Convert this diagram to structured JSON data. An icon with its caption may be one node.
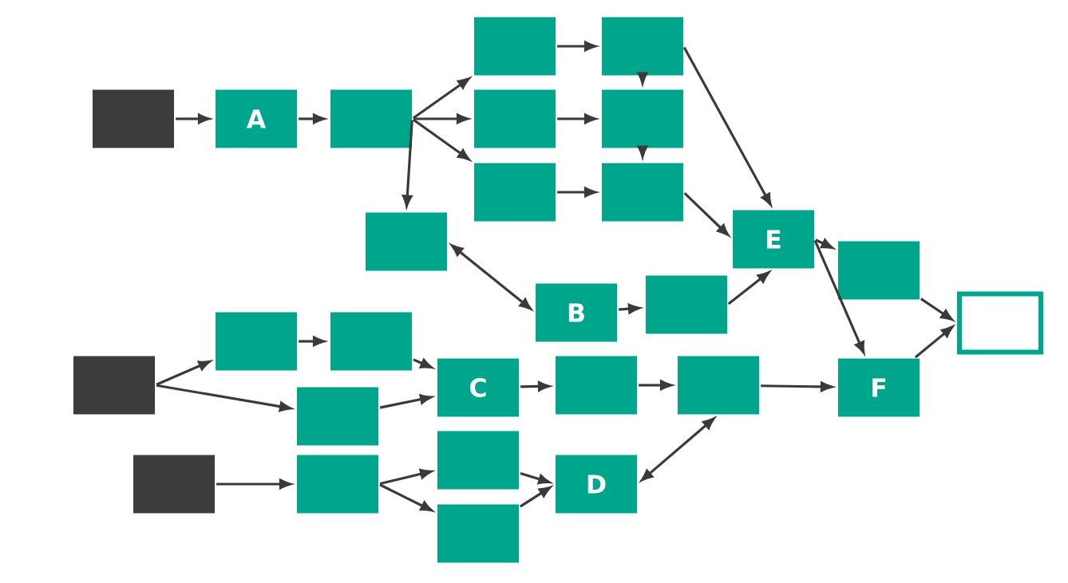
{
  "diagram": {
    "nodes": [
      {
        "text": [],
        "shape": "box"
      },
      {
        "text": [
          "A"
        ]
      },
      {
        "text": [],
        "shape": "box"
      },
      {
        "text": [],
        "shape": "box"
      },
      {
        "text": [],
        "shape": "box"
      },
      {
        "text": [],
        "shape": "box"
      },
      {
        "text": [],
        "shape": "box"
      },
      {
        "text": [],
        "shape": "box"
      },
      {
        "text": [],
        "shape": "box"
      },
      {
        "text": [],
        "shape": "box"
      },
      {
        "text": [
          "E"
        ]
      },
      {
        "text": [],
        "shape": "box"
      },
      {
        "text": [
          "B"
        ]
      },
      {
        "text": [],
        "shape": "box"
      },
      {
        "text": [],
        "shape": "box"
      },
      {
        "text": [],
        "shape": "box"
      },
      {
        "text": [],
        "shape": "box"
      },
      {
        "text": [],
        "shape": "box"
      },
      {
        "text": [],
        "shape": "box"
      },
      {
        "text": [
          "C"
        ]
      },
      {
        "text": [],
        "shape": "box"
      },
      {
        "text": [],
        "shape": "box"
      },
      {
        "text": [
          "F"
        ]
      },
      {
        "text": [],
        "shape": "box"
      },
      {
        "text": [],
        "shape": "box"
      },
      {
        "text": [],
        "shape": "box"
      },
      {
        "text": [
          "D"
        ]
      },
      {
        "text": [],
        "shape": "box"
      }
    ],
    "edges": [
      {
        "from": 0,
        "to": 1,
        "arrow": "to"
      },
      {
        "from": 1,
        "to": 2,
        "arrow": "to"
      },
      {
        "from": 2,
        "to": 3,
        "arrow": "to"
      },
      {
        "from": 2,
        "to": 5,
        "arrow": "to"
      },
      {
        "from": 2,
        "to": 7,
        "arrow": "to"
      },
      {
        "from": 2,
        "to": 9,
        "arrow": "to"
      },
      {
        "from": 3,
        "to": 4,
        "arrow": "to"
      },
      {
        "from": 5,
        "to": 6,
        "arrow": "to"
      },
      {
        "from": 7,
        "to": 8,
        "arrow": "to"
      },
      {
        "from": 4,
        "to": 6,
        "arrow": "to"
      },
      {
        "from": 6,
        "to": 8,
        "arrow": "to"
      },
      {
        "from": 4,
        "to": 10,
        "arrow": "to"
      },
      {
        "from": 8,
        "to": 10,
        "arrow": "to"
      },
      {
        "from": 9,
        "to": 12,
        "arrow": "both"
      },
      {
        "from": 12,
        "to": 13,
        "arrow": "to"
      },
      {
        "from": 13,
        "to": 10,
        "arrow": "to"
      },
      {
        "from": 10,
        "to": 11,
        "arrow": "to"
      },
      {
        "from": 10,
        "to": 22,
        "arrow": "to"
      },
      {
        "from": 11,
        "to": 14,
        "arrow": "to"
      },
      {
        "from": 22,
        "to": 14,
        "arrow": "to"
      },
      {
        "from": 15,
        "to": 16,
        "arrow": "to"
      },
      {
        "from": 15,
        "to": 18,
        "arrow": "to"
      },
      {
        "from": 16,
        "to": 17,
        "arrow": "to"
      },
      {
        "from": 17,
        "to": 19,
        "arrow": "to"
      },
      {
        "from": 18,
        "to": 19,
        "arrow": "to"
      },
      {
        "from": 19,
        "to": 20,
        "arrow": "to"
      },
      {
        "from": 20,
        "to": 21,
        "arrow": "to"
      },
      {
        "from": 21,
        "to": 22,
        "arrow": "to"
      },
      {
        "from": 21,
        "to": 26,
        "arrow": "both"
      },
      {
        "from": 23,
        "to": 24,
        "arrow": "to"
      },
      {
        "from": 24,
        "to": 25,
        "arrow": "to"
      },
      {
        "from": 24,
        "to": 27,
        "arrow": "to"
      },
      {
        "from": 25,
        "to": 26,
        "arrow": "to"
      },
      {
        "from": 27,
        "to": 26,
        "arrow": "to"
      }
    ]
  }
}
